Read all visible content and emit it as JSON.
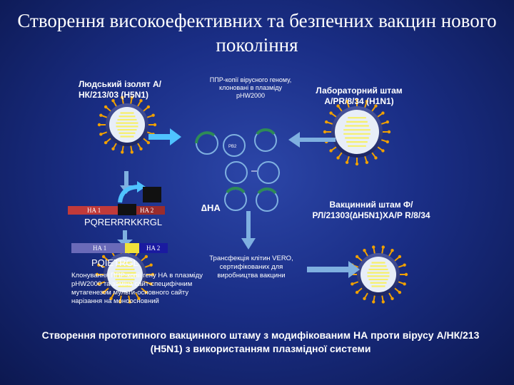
{
  "title": "Створення високоефективних та безпечних вакцин нового покоління",
  "human_isolate": "Людський ізолят А/НК/213/03 (H5N1)",
  "ppr_copies": "ППР-копії вірусного геному, клоновані в плазміду pHW2000",
  "lab_strain": "Лабораторний штам A/PR/8/34 (H1N1)",
  "vaccine_strain": "Вакцинний штам Ф/РЛ/21303(∆H5N1)ХА/Р R/8/34",
  "delta_ha": "∆HA",
  "ha1": "HA 1",
  "ha2": "HA 2",
  "seq_original": "PQRERRRKKRGL",
  "seq_modified": "PQIETRGL",
  "cloning_note": "Клонування ППР-копії гену НА в плазміду pHW2000 та заміна сайт-специфічним мутагенезом мульти-основного сайту нарізання на моноосновний",
  "transfection_note": "Трансфекція клітин VERO, сертифікованих для виробництва вакцини",
  "caption": "Створення прототипного вакцинного штаму з модифікованим НА проти вірусу А/НК/213 (H5N1) з використанням плазмідної системи",
  "colors": {
    "virion_fill": "#e8eef8",
    "virion_rim": "#2a356f",
    "spike": "#f0a000",
    "rna_yellow": "#f6f06a",
    "ha1_bar": "#c13a3a",
    "ha2_bar_top": "#9a2c2c",
    "ha_cleavage_top": "#111111",
    "ha_bottom_left": "#6a6ab8",
    "ha_bottom_mid": "#f0e23a",
    "ha_bottom_right": "#1a1aa0",
    "plasmid_ring": "#7fb0e0",
    "arrow": "#7fb0e0",
    "arrow_bright": "#4fc3ff"
  }
}
